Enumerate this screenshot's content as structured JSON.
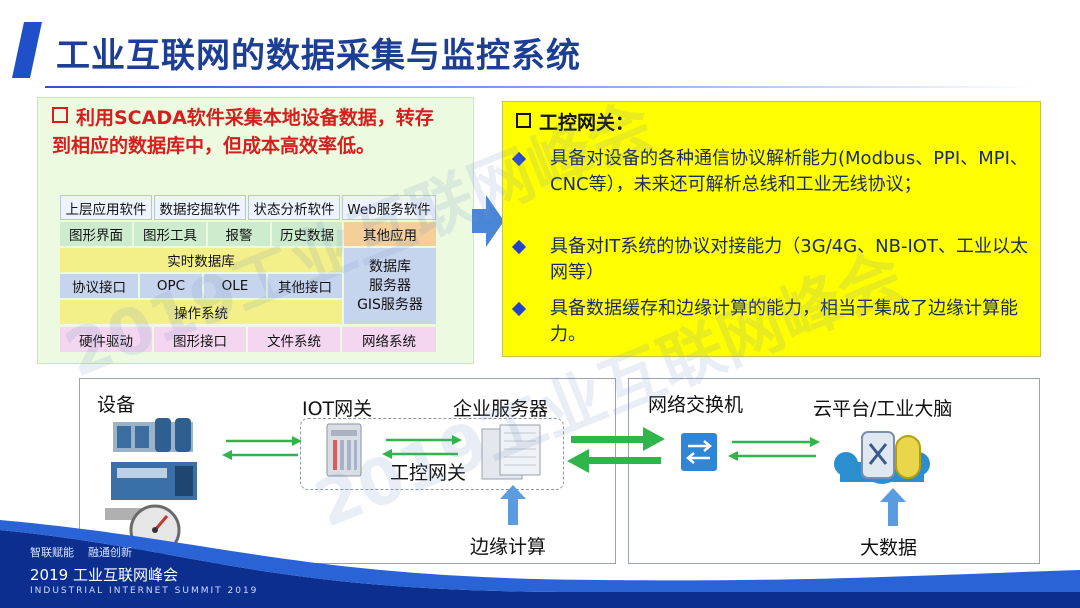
{
  "title": "工业互联网的数据采集与监控系统",
  "watermark": [
    "2019工业互联网峰会",
    "2019工业互联网峰会"
  ],
  "left_panel": {
    "heading": "利用SCADA软件采集本地设备数据，转存到相应的数据库中，但成本高效率低。",
    "stack": {
      "row1": [
        "上层应用软件",
        "数据挖掘软件",
        "状态分析软件",
        "Web服务软件"
      ],
      "row2": [
        "图形界面",
        "图形工具",
        "报警",
        "历史数据",
        "其他应用"
      ],
      "realtime_db": "实时数据库",
      "row4": [
        "协议接口",
        "OPC",
        "OLE",
        "其他接口"
      ],
      "right_block": "数据库\n服务器\nGIS服务器",
      "os": "操作系统",
      "row6": [
        "硬件驱动",
        "图形接口",
        "文件系统",
        "网络系统"
      ]
    }
  },
  "right_panel": {
    "heading": "工控网关：",
    "bullets": [
      "具备对设备的各种通信协议解析能力(Modbus、PPI、MPI、CNC等），未来还可解析总线和工业无线协议；",
      "具备对IT系统的协议对接能力（3G/4G、NB-IOT、工业以太网等）",
      "具备数据缓存和边缘计算的能力，相当于集成了边缘计算能力。"
    ]
  },
  "diagram": {
    "device": "设备",
    "iot_gateway": "IOT网关",
    "enterprise_server": "企业服务器",
    "ics_gateway": "工控网关",
    "edge_computing": "边缘计算",
    "network_switch": "网络交换机",
    "cloud": "云平台/工业大脑",
    "big_data": "大数据"
  },
  "footer": {
    "slogan": "智联赋能    融通创新",
    "event": "2019 工业互联网峰会",
    "event_en": "INDUSTRIAL INTERNET SUMMIT 2019"
  },
  "colors": {
    "title": "#1c3f94",
    "left_bg": "#ecfbe0",
    "right_bg": "#fefe00",
    "arrow_green": "#2fb54a",
    "bullet_blue": "#2344c9"
  }
}
